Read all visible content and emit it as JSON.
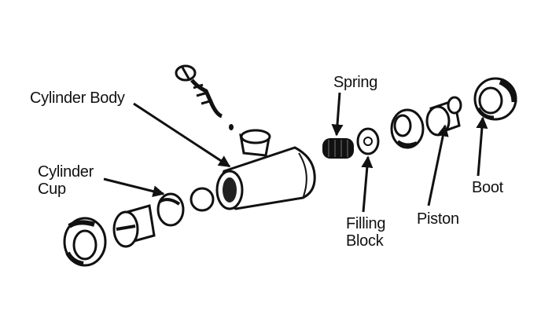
{
  "labels": {
    "cylinder_body": "Cylinder Body",
    "spring": "Spring",
    "cylinder_cup": [
      "Cylinder",
      "Cup"
    ],
    "filling_block": [
      "Filling",
      "Block"
    ],
    "piston": "Piston",
    "boot": "Boot"
  },
  "colors": {
    "ink": "#111111",
    "paper": "#ffffff"
  }
}
